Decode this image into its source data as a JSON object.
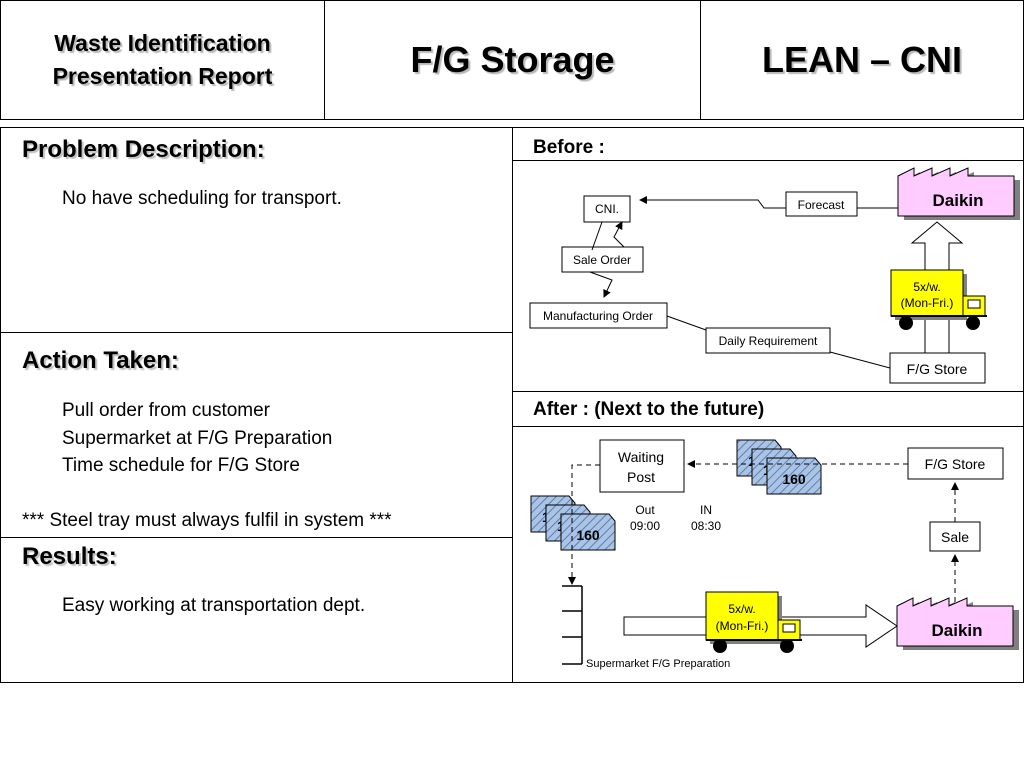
{
  "header": {
    "report_title_line1": "Waste Identification",
    "report_title_line2": "Presentation Report",
    "area": "F/G Storage",
    "project": "LEAN – CNI"
  },
  "problem": {
    "title": "Problem Description:",
    "text": "No have scheduling for  transport."
  },
  "action": {
    "title": "Action Taken:",
    "items": [
      "Pull order from customer",
      "Supermarket at F/G Preparation",
      "Time schedule for F/G Store"
    ],
    "note": "*** Steel tray must always fulfil in system ***"
  },
  "results": {
    "title": "Results:",
    "text": "Easy working at transportation dept."
  },
  "before": {
    "title": "Before :",
    "cni": "CNI.",
    "forecast": "Forecast",
    "daikin": "Daikin",
    "sale_order": "Sale Order",
    "truck_line1": "5x/w.",
    "truck_line2": "(Mon-Fri.)",
    "manufacturing_order": "Manufacturing Order",
    "daily_requirement": "Daily Requirement",
    "fg_store": "F/G Store"
  },
  "after": {
    "title": "After : (Next to the future)",
    "waiting_post_line1": "Waiting",
    "waiting_post_line2": "Post",
    "tray_partial": "1",
    "tray_value": "160",
    "fg_store": "F/G Store",
    "out_label": "Out",
    "out_time": "09:00",
    "in_label": "IN",
    "in_time": "08:30",
    "sale": "Sale",
    "truck_line1": "5x/w.",
    "truck_line2": "(Mon-Fri.)",
    "daikin": "Daikin",
    "supermarket": "Supermarket F/G Preparation"
  },
  "colors": {
    "factory_fill": "#ffccff",
    "truck_fill": "#ffff00",
    "tray_fill": "#a9c4e6",
    "border": "#000000"
  }
}
